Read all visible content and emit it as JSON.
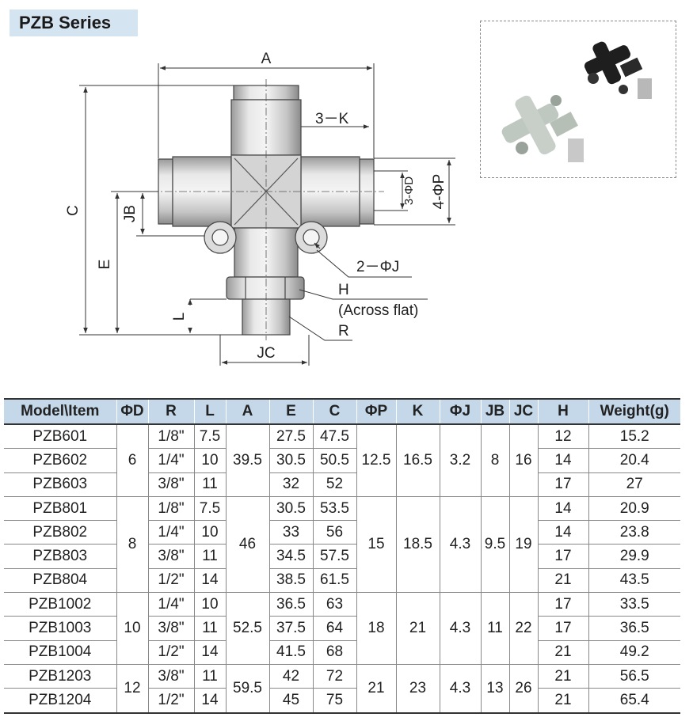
{
  "header": {
    "title": "PZB Series"
  },
  "drawing": {
    "labels": {
      "A": "A",
      "C": "C",
      "E": "E",
      "JB": "JB",
      "L": "L",
      "JC": "JC",
      "K": "3－K",
      "D": "3-ΦD",
      "P": "4-ΦP",
      "J": "2－ΦJ",
      "H": "H",
      "H_note": "(Across flat)",
      "R": "R"
    }
  },
  "table": {
    "headers": [
      "Model\\Item",
      "ΦD",
      "R",
      "L",
      "A",
      "E",
      "C",
      "ΦP",
      "K",
      "ΦJ",
      "JB",
      "JC",
      "H",
      "Weight(g)"
    ],
    "groups": [
      {
        "D": "6",
        "A": "39.5",
        "P": "12.5",
        "K": "16.5",
        "J": "3.2",
        "JB": "8",
        "JC": "16",
        "rows": [
          {
            "model": "PZB601",
            "R": "1/8\"",
            "L": "7.5",
            "E": "27.5",
            "C": "47.5",
            "H": "12",
            "W": "15.2"
          },
          {
            "model": "PZB602",
            "R": "1/4\"",
            "L": "10",
            "E": "30.5",
            "C": "50.5",
            "H": "14",
            "W": "20.4"
          },
          {
            "model": "PZB603",
            "R": "3/8\"",
            "L": "11",
            "E": "32",
            "C": "52",
            "H": "17",
            "W": "27"
          }
        ]
      },
      {
        "D": "8",
        "A": "46",
        "P": "15",
        "K": "18.5",
        "J": "4.3",
        "JB": "9.5",
        "JC": "19",
        "rows": [
          {
            "model": "PZB801",
            "R": "1/8\"",
            "L": "7.5",
            "E": "30.5",
            "C": "53.5",
            "H": "14",
            "W": "20.9"
          },
          {
            "model": "PZB802",
            "R": "1/4\"",
            "L": "10",
            "E": "33",
            "C": "56",
            "H": "14",
            "W": "23.8"
          },
          {
            "model": "PZB803",
            "R": "3/8\"",
            "L": "11",
            "E": "34.5",
            "C": "57.5",
            "H": "17",
            "W": "29.9"
          },
          {
            "model": "PZB804",
            "R": "1/2\"",
            "L": "14",
            "E": "38.5",
            "C": "61.5",
            "H": "21",
            "W": "43.5"
          }
        ]
      },
      {
        "D": "10",
        "A": "52.5",
        "P": "18",
        "K": "21",
        "J": "4.3",
        "JB": "11",
        "JC": "22",
        "rows": [
          {
            "model": "PZB1002",
            "R": "1/4\"",
            "L": "10",
            "E": "36.5",
            "C": "63",
            "H": "17",
            "W": "33.5"
          },
          {
            "model": "PZB1003",
            "R": "3/8\"",
            "L": "11",
            "E": "37.5",
            "C": "64",
            "H": "17",
            "W": "36.5"
          },
          {
            "model": "PZB1004",
            "R": "1/2\"",
            "L": "14",
            "E": "41.5",
            "C": "68",
            "H": "21",
            "W": "49.2"
          }
        ]
      },
      {
        "D": "12",
        "A": "59.5",
        "P": "21",
        "K": "23",
        "J": "4.3",
        "JB": "13",
        "JC": "26",
        "rows": [
          {
            "model": "PZB1203",
            "R": "3/8\"",
            "L": "11",
            "E": "42",
            "C": "72",
            "H": "21",
            "W": "56.5"
          },
          {
            "model": "PZB1204",
            "R": "1/2\"",
            "L": "14",
            "E": "45",
            "C": "75",
            "H": "21",
            "W": "65.4"
          }
        ]
      }
    ]
  },
  "colors": {
    "header_badge": "#d5e4f1",
    "table_header": "#c4d8ea"
  }
}
